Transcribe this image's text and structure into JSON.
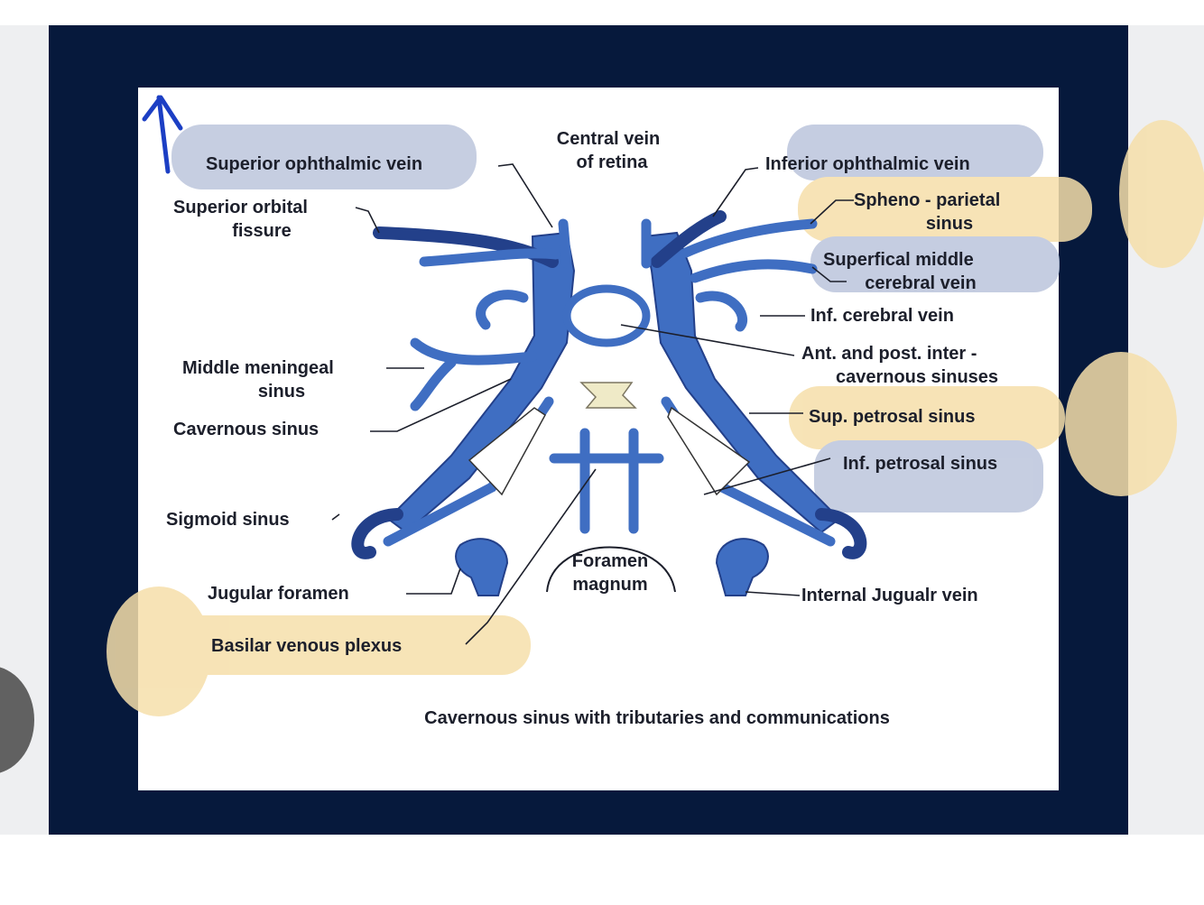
{
  "colors": {
    "frame": "#06193c",
    "vessel": "#3f6ec2",
    "highlight_blue": "#bcc5dc",
    "highlight_yellow": "#f6dfaa",
    "pen_mark": "#1c3fc4"
  },
  "labels": {
    "superior_ophthalmic_vein": "Superior ophthalmic vein",
    "central_vein_line1": "Central vein",
    "central_vein_line2": "of retina",
    "inferior_ophthalmic_vein": "Inferior ophthalmic vein",
    "superior_orbital_line1": "Superior orbital",
    "superior_orbital_line2": "fissure",
    "spheno_parietal_line1": "Spheno - parietal",
    "spheno_parietal_line2": "sinus",
    "superficial_middle_line1": "Superfical middle",
    "superficial_middle_line2": "cerebral vein",
    "inf_cerebral_vein": "Inf. cerebral vein",
    "ant_post_line1": "Ant. and post. inter -",
    "ant_post_line2": "cavernous sinuses",
    "middle_meningeal_line1": "Middle meningeal",
    "middle_meningeal_line2": "sinus",
    "cavernous_sinus": "Cavernous sinus",
    "sup_petrosal_sinus": "Sup. petrosal sinus",
    "inf_petrosal_sinus": "Inf. petrosal sinus",
    "sigmoid_sinus": "Sigmoid sinus",
    "foramen_line1": "Foramen",
    "foramen_line2": "magnum",
    "jugular_foramen": "Jugular foramen",
    "internal_jugular_vein": "Internal Jugualr vein",
    "basilar_venous_plexus": "Basilar venous plexus"
  },
  "caption": "Cavernous sinus with tributaries and communications"
}
